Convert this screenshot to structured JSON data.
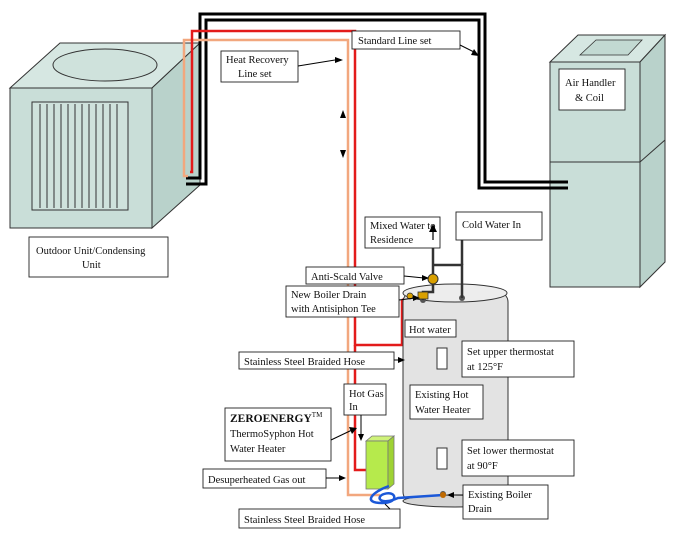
{
  "labels": {
    "heat_recovery_line_1": "Heat Recovery",
    "heat_recovery_line_2": "Line set",
    "standard_line_set": "Standard Line set",
    "air_handler_1": "Air Handler",
    "air_handler_2": "& Coil",
    "outdoor_unit_1": "Outdoor Unit/Condensing",
    "outdoor_unit_2": "Unit",
    "mixed_water_1": "Mixed Water to",
    "mixed_water_2": "Residence",
    "cold_water_in": "Cold Water In",
    "anti_scald_valve": "Anti-Scald Valve",
    "new_boiler_drain_1": "New Boiler Drain",
    "new_boiler_drain_2": "with Antisiphon Tee",
    "hot_water": "Hot water",
    "set_upper_1": "Set upper thermostat",
    "set_upper_2": "at 125°F",
    "stainless_hose_top": "Stainless Steel Braided Hose",
    "hot_gas_1": "Hot Gas",
    "hot_gas_2": "In",
    "existing_heater_1": "Existing Hot",
    "existing_heater_2": "Water Heater",
    "zeroenergy_1": "ZEROENERGY",
    "zeroenergy_tm": "TM",
    "zeroenergy_2": "ThermoSyphon Hot",
    "zeroenergy_3": "Water Heater",
    "set_lower_1": "Set lower thermostat",
    "set_lower_2": "at 90°F",
    "desuperheated": "Desuperheated Gas out",
    "existing_boiler_1": "Existing Boiler",
    "existing_boiler_2": "Drain",
    "stainless_hose_bottom": "Stainless Steel Braided Hose"
  },
  "colors": {
    "outdoor_unit": "#c9ded8",
    "air_handler": "#c9ded8",
    "standard_line": "#000000",
    "heat_recovery_line": "#e31b1b",
    "desuperheated_line": "#f2a77e",
    "cold_hose": "#1b58d8",
    "thermosyphon_unit": "#b6ea4c",
    "water_heater": "#e3e3e3",
    "valve": "#d9a000"
  }
}
